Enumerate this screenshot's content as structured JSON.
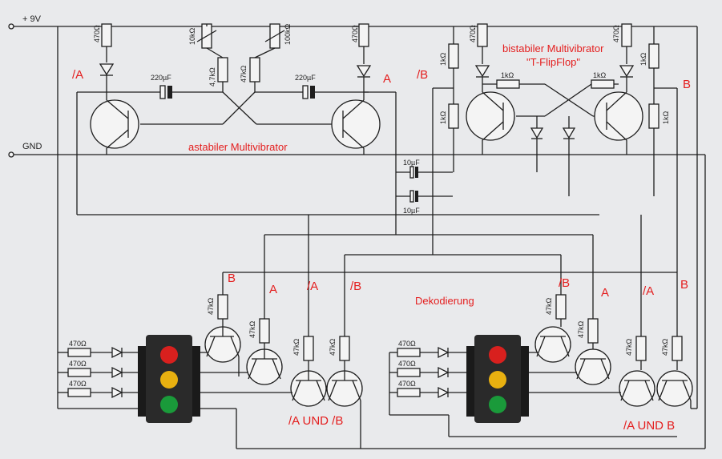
{
  "rails": {
    "plus": "+ 9V",
    "gnd": "GND"
  },
  "titles": {
    "astable": "astabiler Multivibrator",
    "bistable1": "bistabiler Multivibrator",
    "bistable2": "\"T-FlipFlop\"",
    "decode": "Dekodierung",
    "and1": "/A UND /B",
    "and2": "/A UND B"
  },
  "signals": {
    "notA": "/A",
    "A": "A",
    "notB": "/B",
    "B": "B"
  },
  "values": {
    "r470": "470Ω",
    "r47k": "47kΩ",
    "r4k7": "4,7kΩ",
    "r10k": "10kΩ",
    "r100k": "100kΩ",
    "r1k": "1kΩ",
    "c220": "220µF",
    "c10": "10µF"
  },
  "colors": {
    "wire": "#1e1e1e",
    "label": "#e41e1e",
    "red": "#d8201e",
    "yellow": "#e8b010",
    "green": "#1a9a3a"
  }
}
